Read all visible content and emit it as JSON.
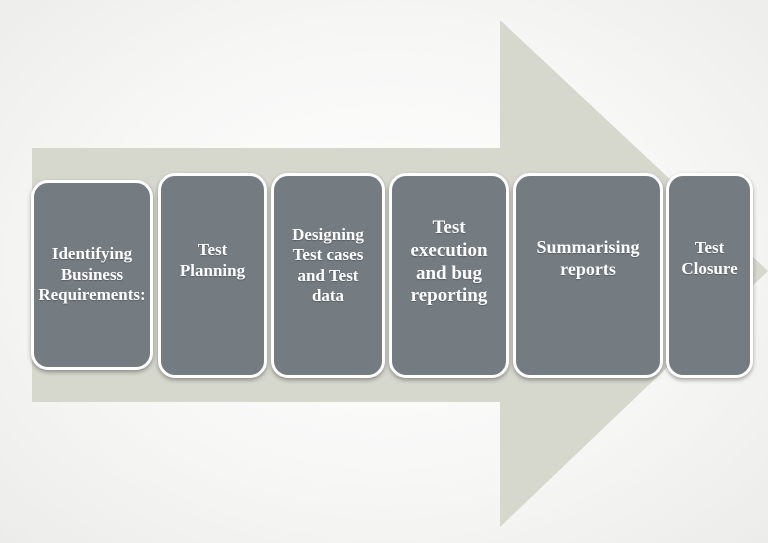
{
  "colors": {
    "arrow": "#d6d8ce",
    "step_fill": "#747c82",
    "step_border": "#ffffff",
    "step_text": "#ffffff"
  },
  "steps": [
    {
      "label": "Identifying Business Requirements:"
    },
    {
      "label": "Test Planning"
    },
    {
      "label": "Designing Test cases and Test data"
    },
    {
      "label": "Test execution and bug reporting"
    },
    {
      "label": "Summarising reports"
    },
    {
      "label": "Test Closure"
    }
  ]
}
